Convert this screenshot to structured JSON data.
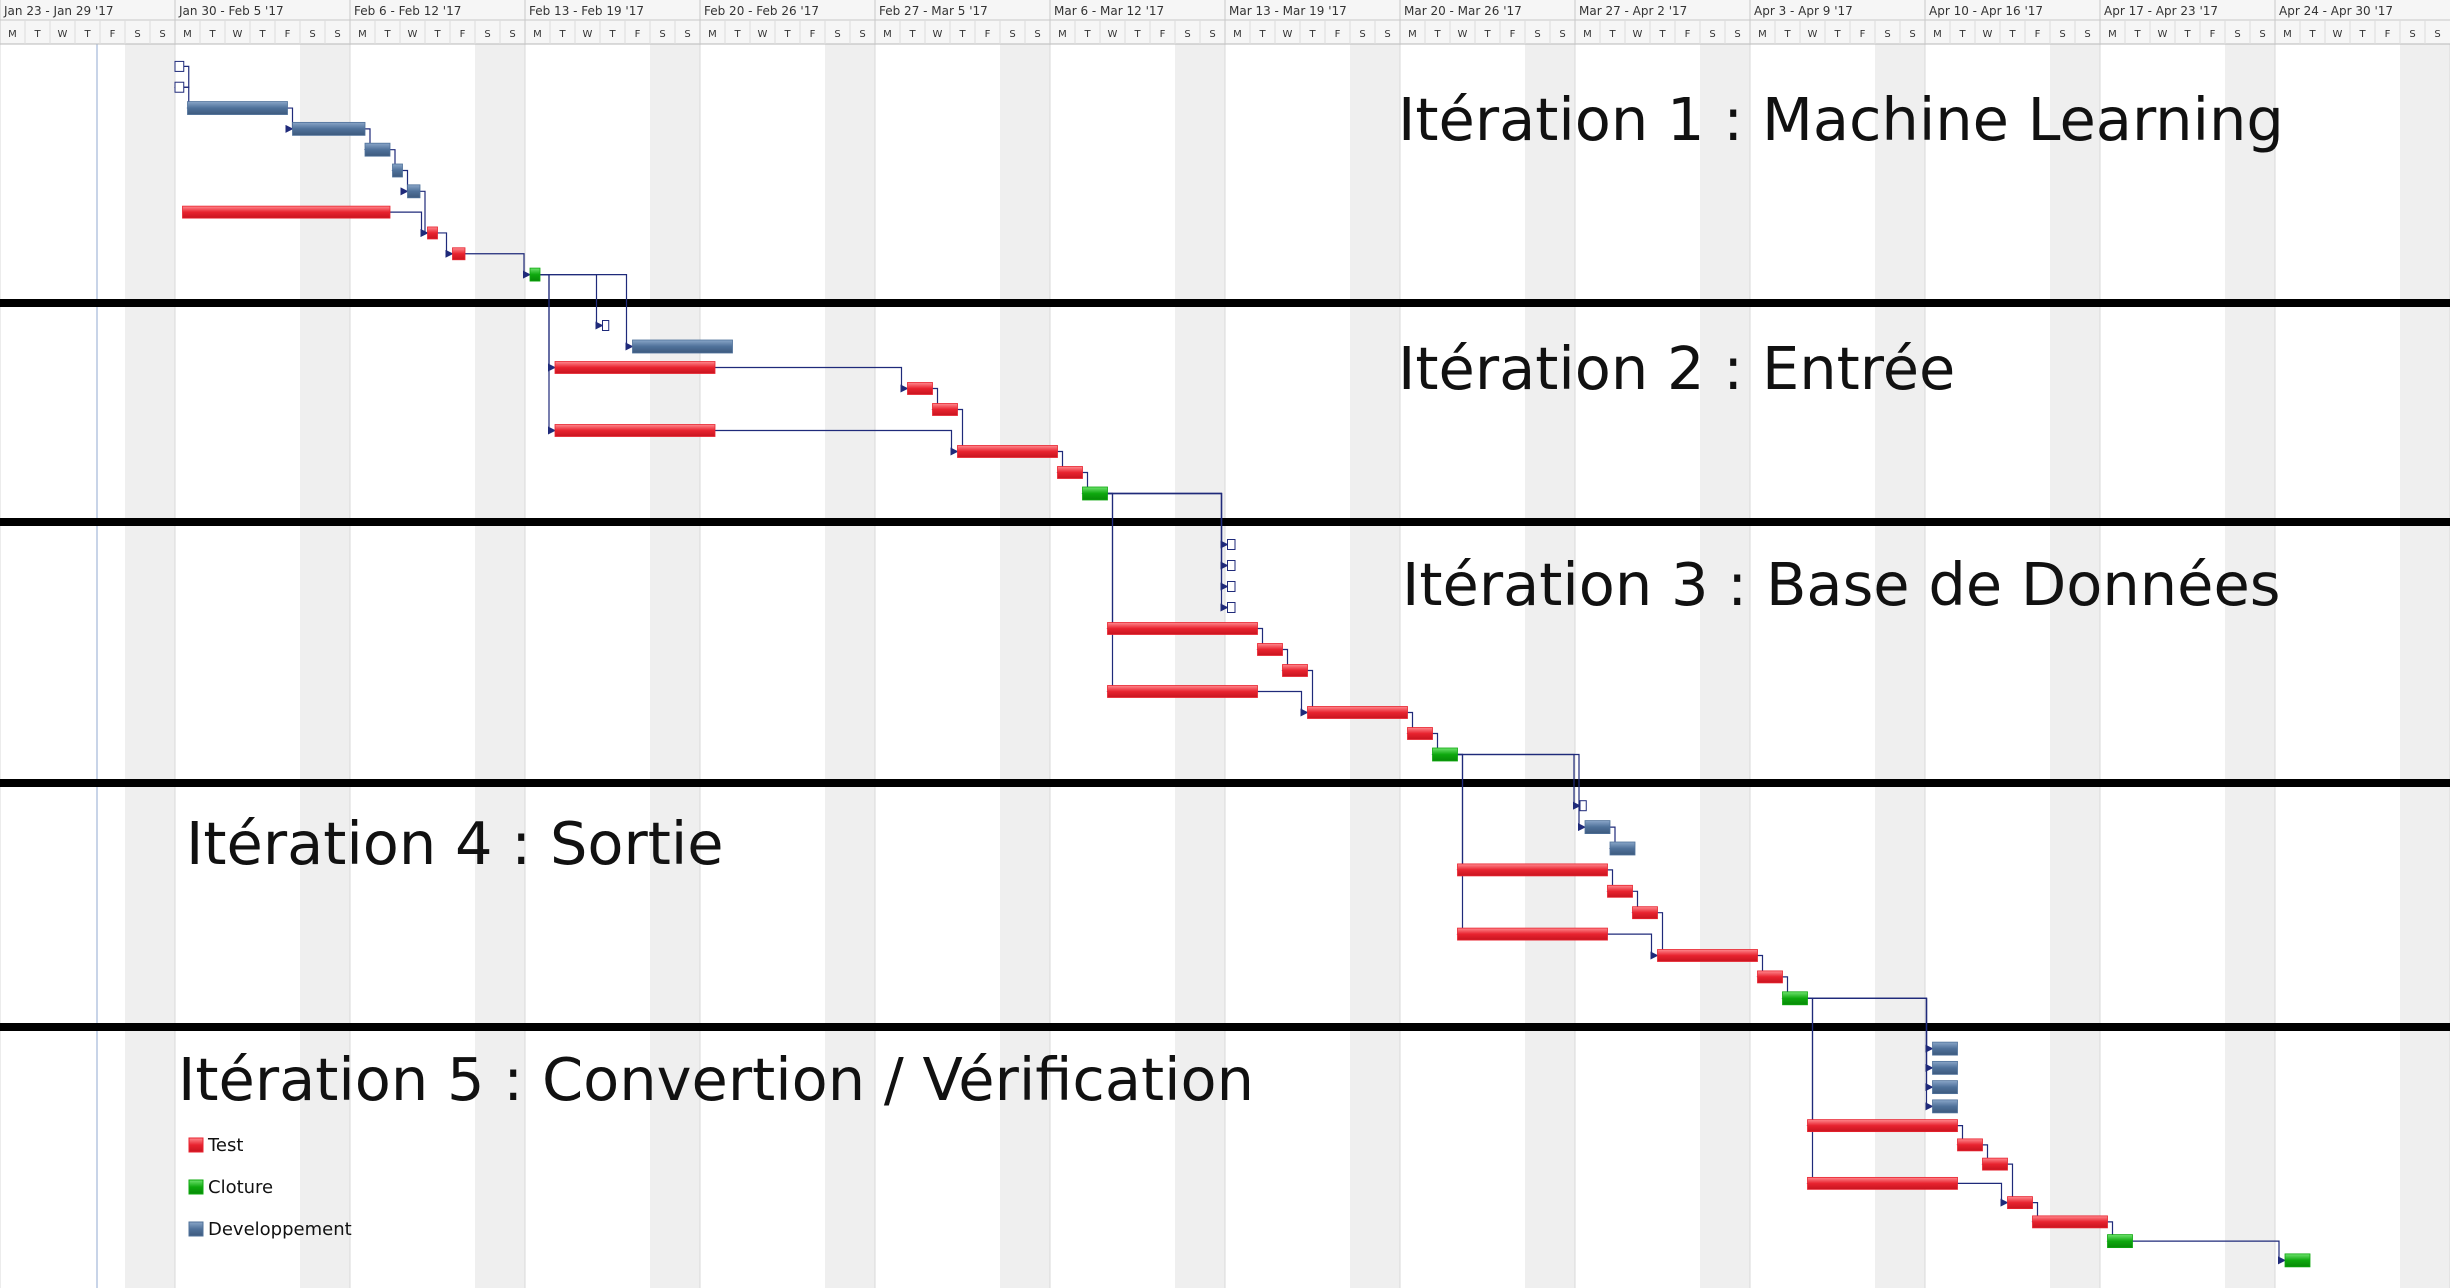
{
  "colors": {
    "test": "#e8232f",
    "cloture": "#0ea80e",
    "developpement": "#4f719a",
    "link": "#1f2a7a",
    "weekend": "#efefef",
    "separator": "#000000"
  },
  "chart_data": {
    "type": "gantt",
    "weeks": [
      "Jan 23 - Jan 29 '17",
      "Jan 30 - Feb 5 '17",
      "Feb 6 - Feb 12 '17",
      "Feb 13 - Feb 19 '17",
      "Feb 20 - Feb 26 '17",
      "Feb 27 - Mar 5 '17",
      "Mar 6 - Mar 12 '17",
      "Mar 13 - Mar 19 '17",
      "Mar 20 - Mar 26 '17",
      "Mar 27 - Apr 2 '17",
      "Apr 3 - Apr 9 '17",
      "Apr 10 - Apr 16 '17",
      "Apr 17 - Apr 23 '17",
      "Apr 24 - Apr 30 '17"
    ],
    "weekday_labels": [
      "M",
      "T",
      "W",
      "T",
      "F",
      "S",
      "S"
    ],
    "iterations": [
      {
        "title": "Itération 1 : Machine Learning"
      },
      {
        "title": "Itération 2 : Entrée"
      },
      {
        "title": "Itération 3 : Base de Données"
      },
      {
        "title": "Itération 4 : Sortie"
      },
      {
        "title": "Itération 5 : Convertion / Vérification"
      }
    ],
    "legend": [
      {
        "key": "test",
        "label": "Test"
      },
      {
        "key": "cloture",
        "label": "Cloture"
      },
      {
        "key": "developpement",
        "label": "Developpement"
      }
    ],
    "tasks": [
      {
        "iter": 1,
        "type": "milestone",
        "start": 7.0,
        "end": 7.35
      },
      {
        "iter": 1,
        "type": "milestone",
        "start": 7.0,
        "end": 7.35
      },
      {
        "iter": 1,
        "type": "developpement",
        "start": 7.5,
        "end": 11.5
      },
      {
        "iter": 1,
        "type": "developpement",
        "start": 11.7,
        "end": 14.6
      },
      {
        "iter": 1,
        "type": "developpement",
        "start": 14.6,
        "end": 15.6
      },
      {
        "iter": 1,
        "type": "developpement",
        "start": 15.7,
        "end": 16.1
      },
      {
        "iter": 1,
        "type": "developpement",
        "start": 16.3,
        "end": 16.8
      },
      {
        "iter": 1,
        "type": "test",
        "start": 7.3,
        "end": 15.6
      },
      {
        "iter": 1,
        "type": "test",
        "start": 17.1,
        "end": 17.5
      },
      {
        "iter": 1,
        "type": "test",
        "start": 18.1,
        "end": 18.6
      },
      {
        "iter": 1,
        "type": "cloture",
        "start": 21.2,
        "end": 21.6
      },
      {
        "iter": 2,
        "type": "milestone",
        "start": 24.1,
        "end": 24.35
      },
      {
        "iter": 2,
        "type": "developpement",
        "start": 25.3,
        "end": 29.3
      },
      {
        "iter": 2,
        "type": "test",
        "start": 22.2,
        "end": 28.6
      },
      {
        "iter": 2,
        "type": "test",
        "start": 36.3,
        "end": 37.3
      },
      {
        "iter": 2,
        "type": "test",
        "start": 37.3,
        "end": 38.3
      },
      {
        "iter": 2,
        "type": "test",
        "start": 22.2,
        "end": 28.6
      },
      {
        "iter": 2,
        "type": "test",
        "start": 38.3,
        "end": 42.3
      },
      {
        "iter": 2,
        "type": "test",
        "start": 42.3,
        "end": 43.3
      },
      {
        "iter": 2,
        "type": "cloture",
        "start": 43.3,
        "end": 44.3
      },
      {
        "iter": 3,
        "type": "milestone",
        "start": 49.1,
        "end": 49.4
      },
      {
        "iter": 3,
        "type": "milestone",
        "start": 49.1,
        "end": 49.4
      },
      {
        "iter": 3,
        "type": "milestone",
        "start": 49.1,
        "end": 49.4
      },
      {
        "iter": 3,
        "type": "milestone",
        "start": 49.1,
        "end": 49.4
      },
      {
        "iter": 3,
        "type": "test",
        "start": 44.3,
        "end": 50.3
      },
      {
        "iter": 3,
        "type": "test",
        "start": 50.3,
        "end": 51.3
      },
      {
        "iter": 3,
        "type": "test",
        "start": 51.3,
        "end": 52.3
      },
      {
        "iter": 3,
        "type": "test",
        "start": 44.3,
        "end": 50.3
      },
      {
        "iter": 3,
        "type": "test",
        "start": 52.3,
        "end": 56.3
      },
      {
        "iter": 3,
        "type": "test",
        "start": 56.3,
        "end": 57.3
      },
      {
        "iter": 3,
        "type": "cloture",
        "start": 57.3,
        "end": 58.3
      },
      {
        "iter": 4,
        "type": "milestone",
        "start": 63.2,
        "end": 63.45
      },
      {
        "iter": 4,
        "type": "developpement",
        "start": 63.4,
        "end": 64.4
      },
      {
        "iter": 4,
        "type": "developpement",
        "start": 64.4,
        "end": 65.4
      },
      {
        "iter": 4,
        "type": "test",
        "start": 58.3,
        "end": 64.3
      },
      {
        "iter": 4,
        "type": "test",
        "start": 64.3,
        "end": 65.3
      },
      {
        "iter": 4,
        "type": "test",
        "start": 65.3,
        "end": 66.3
      },
      {
        "iter": 4,
        "type": "test",
        "start": 58.3,
        "end": 64.3
      },
      {
        "iter": 4,
        "type": "test",
        "start": 66.3,
        "end": 70.3
      },
      {
        "iter": 4,
        "type": "test",
        "start": 70.3,
        "end": 71.3
      },
      {
        "iter": 4,
        "type": "cloture",
        "start": 71.3,
        "end": 72.3
      },
      {
        "iter": 5,
        "type": "developpement",
        "start": 77.3,
        "end": 78.3
      },
      {
        "iter": 5,
        "type": "developpement",
        "start": 77.3,
        "end": 78.3
      },
      {
        "iter": 5,
        "type": "developpement",
        "start": 77.3,
        "end": 78.3
      },
      {
        "iter": 5,
        "type": "developpement",
        "start": 77.3,
        "end": 78.3
      },
      {
        "iter": 5,
        "type": "test",
        "start": 72.3,
        "end": 78.3
      },
      {
        "iter": 5,
        "type": "test",
        "start": 78.3,
        "end": 79.3
      },
      {
        "iter": 5,
        "type": "test",
        "start": 79.3,
        "end": 80.3
      },
      {
        "iter": 5,
        "type": "test",
        "start": 72.3,
        "end": 78.3
      },
      {
        "iter": 5,
        "type": "test",
        "start": 80.3,
        "end": 81.3
      },
      {
        "iter": 5,
        "type": "test",
        "start": 81.3,
        "end": 84.3
      },
      {
        "iter": 5,
        "type": "cloture",
        "start": 84.3,
        "end": 85.3
      },
      {
        "iter": 5,
        "type": "cloture",
        "start": 91.4,
        "end": 92.4
      }
    ],
    "links": [
      [
        0,
        1
      ],
      [
        1,
        2
      ],
      [
        2,
        3
      ],
      [
        3,
        4
      ],
      [
        4,
        5
      ],
      [
        5,
        6
      ],
      [
        6,
        8
      ],
      [
        7,
        8
      ],
      [
        8,
        9
      ],
      [
        9,
        10
      ],
      [
        10,
        11
      ],
      [
        10,
        12
      ],
      [
        10,
        13
      ],
      [
        10,
        16
      ],
      [
        13,
        14
      ],
      [
        14,
        15
      ],
      [
        16,
        17
      ],
      [
        15,
        17
      ],
      [
        17,
        18
      ],
      [
        18,
        19
      ],
      [
        19,
        20
      ],
      [
        19,
        21
      ],
      [
        19,
        22
      ],
      [
        19,
        23
      ],
      [
        19,
        24
      ],
      [
        19,
        27
      ],
      [
        24,
        25
      ],
      [
        25,
        26
      ],
      [
        26,
        28
      ],
      [
        27,
        28
      ],
      [
        28,
        29
      ],
      [
        29,
        30
      ],
      [
        30,
        31
      ],
      [
        30,
        32
      ],
      [
        30,
        34
      ],
      [
        30,
        37
      ],
      [
        32,
        33
      ],
      [
        34,
        35
      ],
      [
        35,
        36
      ],
      [
        36,
        38
      ],
      [
        37,
        38
      ],
      [
        38,
        39
      ],
      [
        39,
        40
      ],
      [
        40,
        41
      ],
      [
        40,
        42
      ],
      [
        40,
        43
      ],
      [
        40,
        44
      ],
      [
        40,
        45
      ],
      [
        40,
        48
      ],
      [
        45,
        46
      ],
      [
        46,
        47
      ],
      [
        47,
        49
      ],
      [
        48,
        49
      ],
      [
        49,
        50
      ],
      [
        50,
        51
      ],
      [
        51,
        52
      ]
    ]
  }
}
